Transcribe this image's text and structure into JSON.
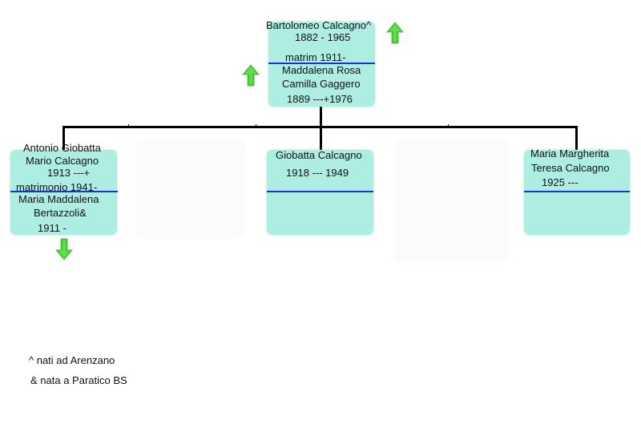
{
  "root": {
    "name": "Bartolomeo Calcagno^",
    "years": "1882 - 1965",
    "marriage": "matrim 1911-",
    "spouse_line1": "Maddalena Rosa",
    "spouse_line2": "Camilla Gaggero",
    "spouse_years": "1889 ---+1976"
  },
  "children": [
    {
      "line1": "Antonio Giobatta",
      "line2": "Mario Calcagno",
      "years": "1913 ---+",
      "marriage": "matrimonio 1941-",
      "spouse_line1": "Maria Maddalena",
      "spouse_line2": "Bertazzoli&",
      "spouse_years": "1911 -"
    },
    {
      "line1": "Giobatta Calcagno",
      "years": "1918 --- 1949"
    },
    {
      "line1": "Maria Margherita",
      "line2": "Teresa Calcagno",
      "years": "1925 ---"
    }
  ],
  "notes": {
    "note1": "^ nati ad Arenzano",
    "note2": "& nata a Paratico BS"
  },
  "colors": {
    "box_fill": "#aeeee2",
    "separator": "#1c2fd0",
    "arrow_green": "#33cc22",
    "connector": "#000000"
  },
  "icons": {
    "parent_arrow": "arrow-up-icon",
    "descendant_arrow": "arrow-down-icon"
  }
}
